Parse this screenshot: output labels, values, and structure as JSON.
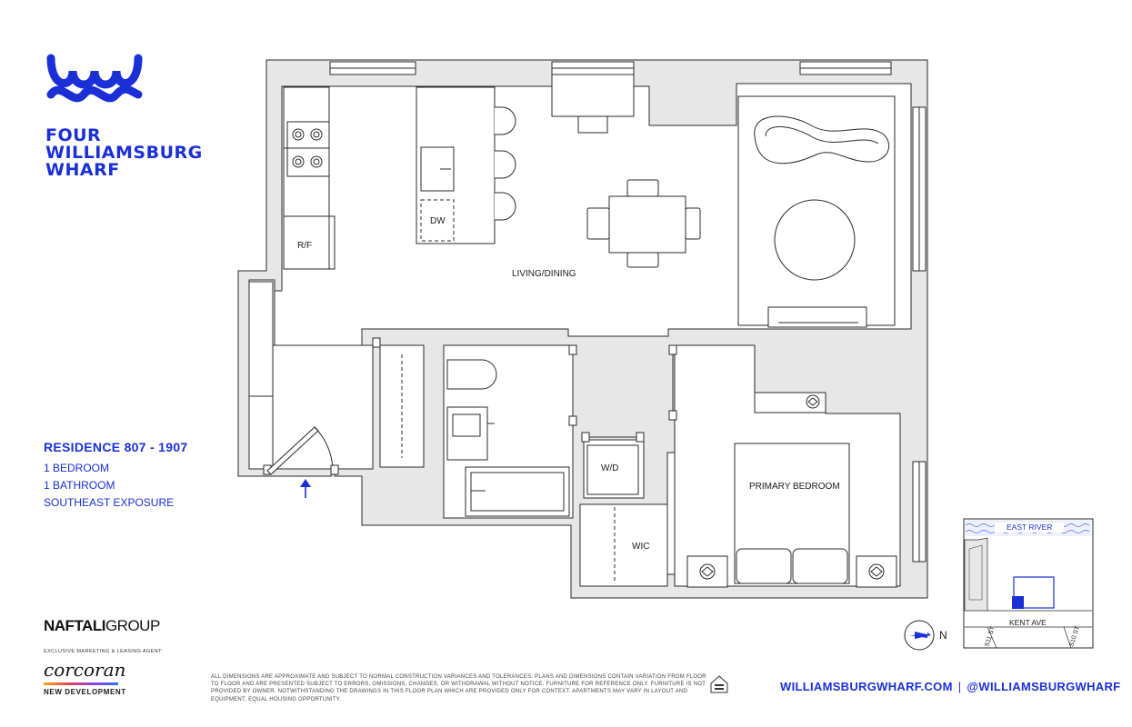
{
  "brand": {
    "line1": "FOUR",
    "line2": "WILLIAMSBURG",
    "line3": "WHARF",
    "color": "#1a2fd6"
  },
  "residence": {
    "title": "RESIDENCE 807 - 1907",
    "bedrooms": "1 BEDROOM",
    "bathrooms": "1 BATHROOM",
    "exposure": "SOUTHEAST EXPOSURE"
  },
  "plan_labels": {
    "living": "LIVING/DINING",
    "bedroom": "PRIMARY BEDROOM",
    "refrigerator": "R/F",
    "dishwasher": "DW",
    "washer_dryer": "W/D",
    "closet": "WIC"
  },
  "compass": {
    "north": "N"
  },
  "site_map": {
    "river": "EAST RIVER",
    "avenue": "KENT AVE",
    "street_left": "S11 ST",
    "street_right": "S10 ST",
    "highlight_color": "#1a2fd6"
  },
  "developer": {
    "name_bold": "NAFTALI",
    "name_thin": "GROUP",
    "agent_label": "EXCLUSIVE MARKETING & LEASING AGENT:",
    "agent_name": "corcoran",
    "agent_division": "NEW DEVELOPMENT"
  },
  "disclaimer": "ALL DIMENSIONS ARE APPROXIMATE AND SUBJECT TO NORMAL CONSTRUCTION VARIANCES AND TOLERANCES. PLANS AND DIMENSIONS CONTAIN VARIATION FROM FLOOR TO FLOOR AND ARE PRESENTED SUBJECT TO ERRORS, OMISSIONS, CHANGES, OR WITHDRAWAL WITHOUT NOTICE. FURNITURE FOR REFERENCE ONLY. FURNITURE IS NOT PROVIDED BY OWNER. NOTWITHSTANDING THE DRAWINGS IN THIS FLOOR PLAN WHICH ARE PROVIDED ONLY FOR CONTEXT. APARTMENTS MAY VARY IN LAYOUT AND EQUIPMENT. EQUAL HOUSING OPPORTUNITY.",
  "contact": {
    "website": "WILLIAMSBURGWHARF.COM",
    "separator": "|",
    "handle": "@WILLIAMSBURGWHARF"
  },
  "icons": [
    "brand-logo-icon",
    "entry-arrow-icon",
    "compass-icon",
    "equal-housing-icon",
    "stove-burner-icon",
    "outlet-icon"
  ]
}
